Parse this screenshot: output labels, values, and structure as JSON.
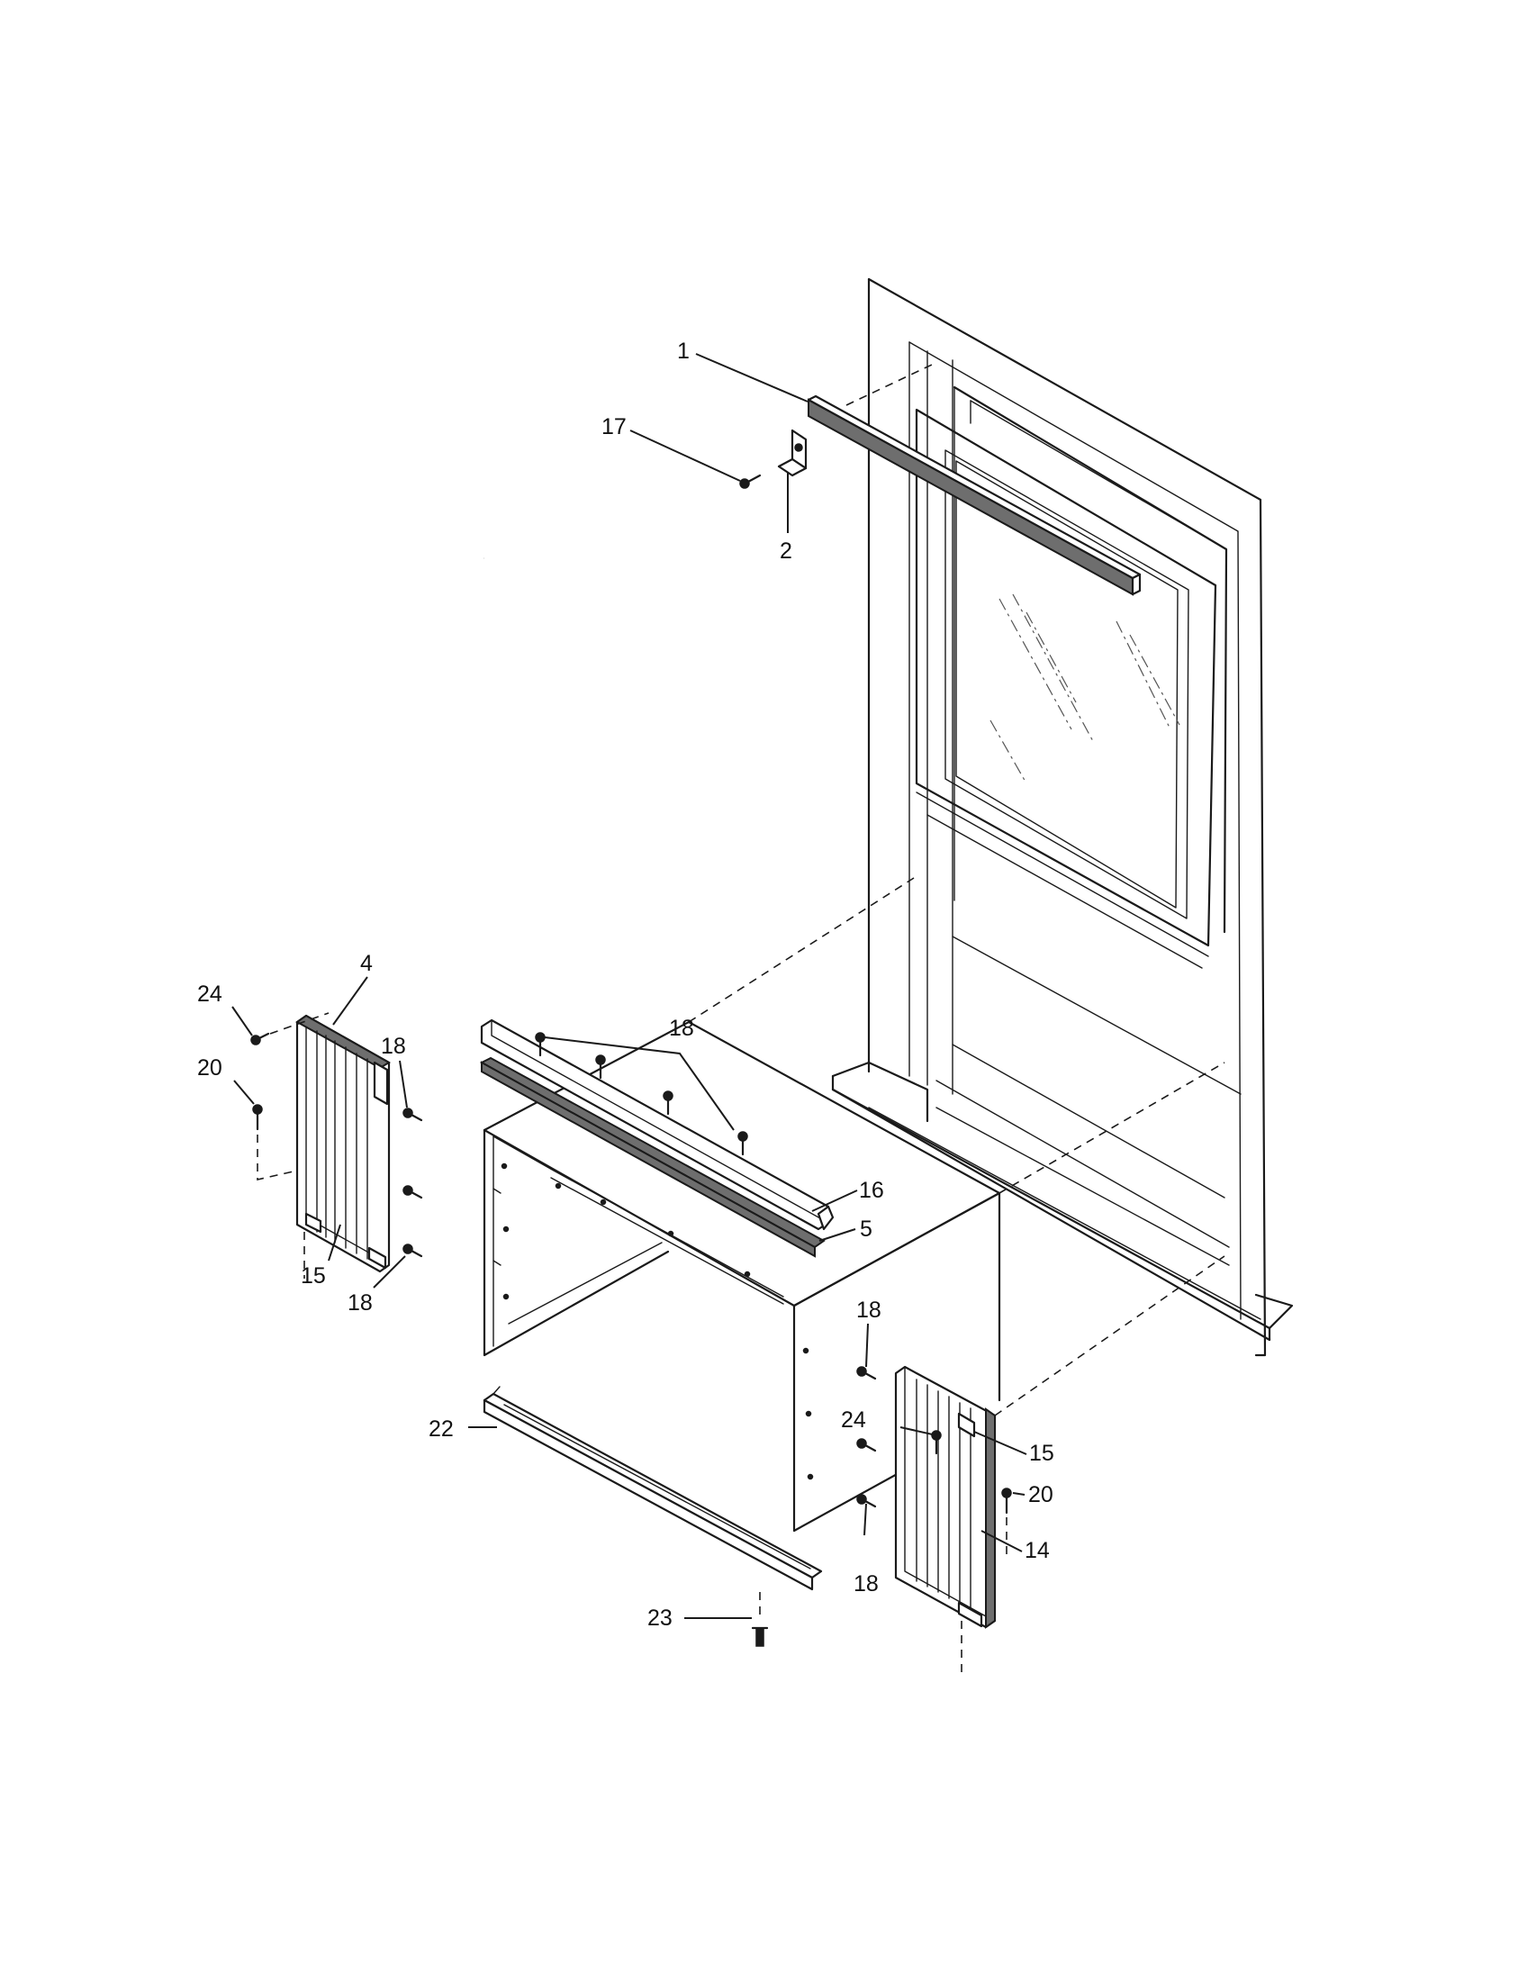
{
  "diagram": {
    "callouts": {
      "c1": "1",
      "c2": "2",
      "c4": "4",
      "c5": "5",
      "c14": "14",
      "c15_left": "15",
      "c15_right": "15",
      "c16": "16",
      "c17": "17",
      "c18_rail": "18",
      "c18_left_top": "18",
      "c18_left_bottom": "18",
      "c18_right_top": "18",
      "c18_right_bottom": "18",
      "c20_left": "20",
      "c20_right": "20",
      "c22": "22",
      "c23": "23",
      "c24_left": "24",
      "c24_right": "24"
    }
  }
}
